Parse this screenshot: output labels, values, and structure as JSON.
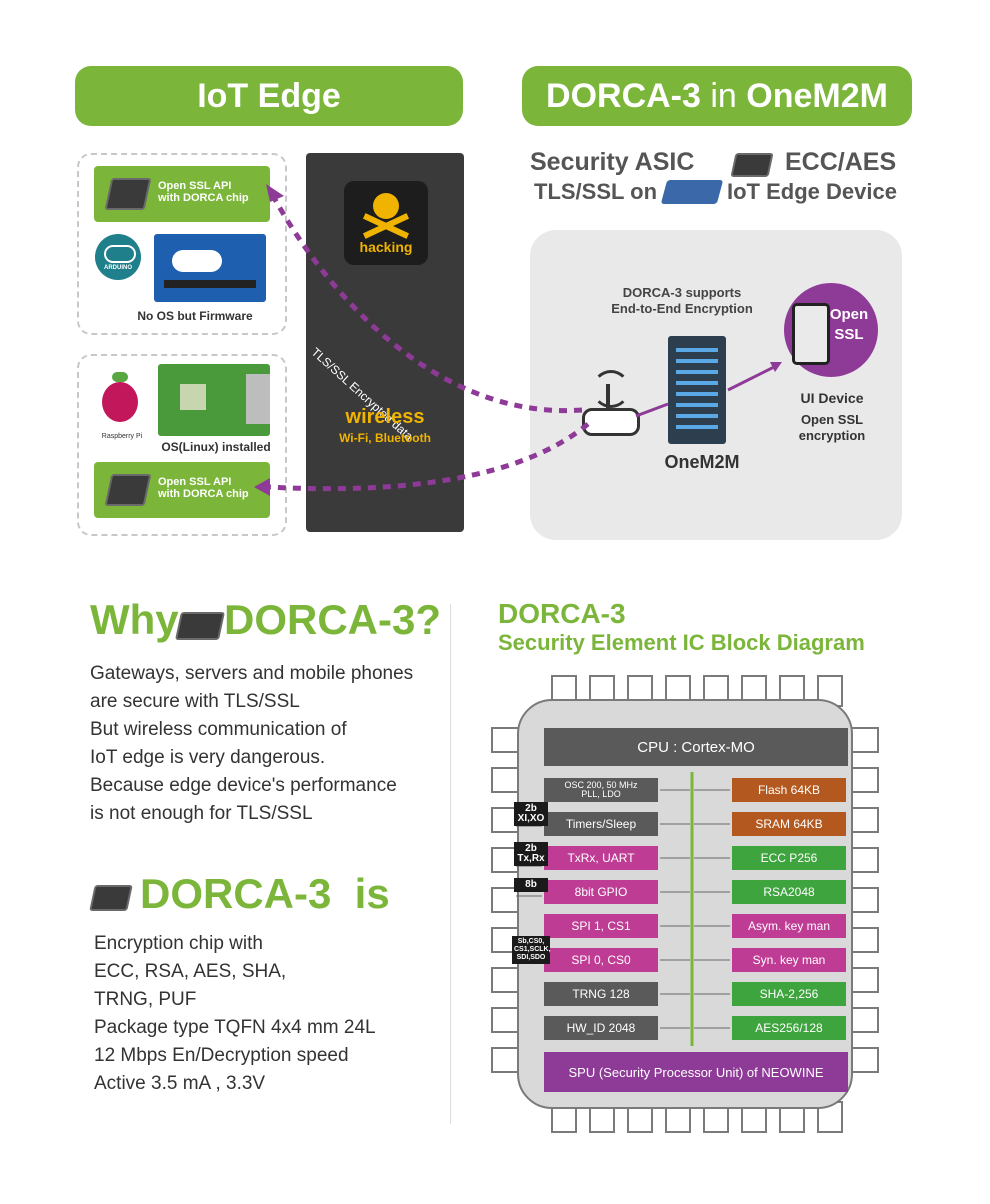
{
  "top_left": {
    "banner": "IoT Edge",
    "device1": {
      "api": "Open SSL  API\nwith DORCA chip",
      "caption": "No OS but Firmware",
      "logo_text": "ARDUINO"
    },
    "device2": {
      "caption": "OS(Linux) installed",
      "logo_text": "Raspberry Pi",
      "api": "Open SSL  API\nwith DORCA chip"
    },
    "panel": {
      "hacking": "hacking",
      "wireless": "wireless",
      "wireless_sub": "Wi-Fi, Bluetooth",
      "arc_label": "TLS/SSL Encrypted data"
    }
  },
  "top_right": {
    "banner_main": "DORCA-3",
    "banner_in": "in",
    "banner_end": "OneM2M",
    "line1_left": "Security ASIC",
    "line1_right": "ECC/AES",
    "line2_left": "TLS/SSL on",
    "line2_right": "IoT Edge Device",
    "supports": "DORCA-3  supports\nEnd-to-End Encryption",
    "server_label": "OneM2M",
    "ui_device": "UI Device",
    "ui_sub": "Open SSL\nencryption",
    "phone_text": "Open\nSSL"
  },
  "why": {
    "title_pre": "Why",
    "title_post": "DORCA-3?",
    "lines": [
      "Gateways, servers and mobile phones",
      "are secure with TLS/SSL",
      "But wireless communication of",
      "IoT edge is very dangerous.",
      "Because edge device's performance",
      "is not enough for TLS/SSL"
    ]
  },
  "is": {
    "title": "DORCA-3  is",
    "lines": [
      "Encryption chip with",
      "ECC, RSA, AES, SHA,",
      "TRNG, PUF",
      "Package type TQFN 4x4 mm 24L",
      "12 Mbps En/Decryption speed",
      "Active 3.5 mA ,  3.3V"
    ]
  },
  "block_diagram": {
    "title1": "DORCA-3",
    "title2": "Security Element IC Block Diagram",
    "cpu": "CPU : Cortex-MO",
    "spu": "SPU (Security Processor Unit) of  NEOWINE",
    "left": [
      "OSC 200, 50 MHz\nPLL, LDO",
      "Timers/Sleep",
      "TxRx, UART",
      "8bit GPIO",
      "SPI 1, CS1",
      "SPI 0, CS0",
      "TRNG 128",
      "HW_ID 2048"
    ],
    "right": [
      "Flash 64KB",
      "SRAM 64KB",
      "ECC P256",
      "RSA2048",
      "Asym. key man",
      "Syn. key man",
      "SHA-2,256",
      "AES256/128"
    ],
    "pins": [
      "2b\nXI,XO",
      "2b\nTx,Rx",
      "8b",
      "Sb,CS0,\nCS1,SCLK,\nSDI,SDO"
    ]
  },
  "colors": {
    "green": "#7bb63a",
    "purple": "#8e3a97",
    "magenta": "#bf3c95",
    "dark": "#3a3a3a"
  }
}
